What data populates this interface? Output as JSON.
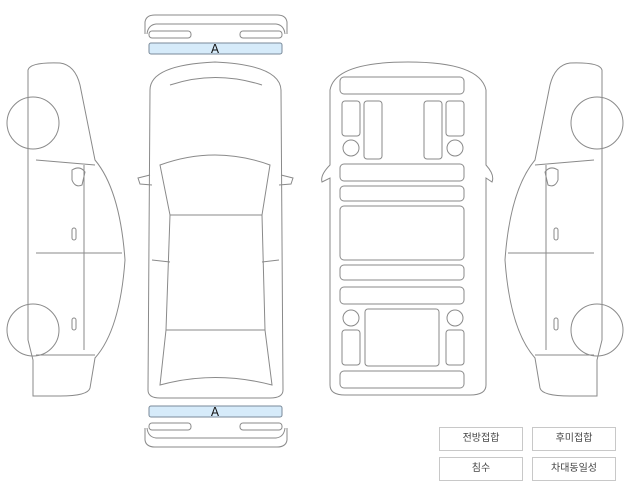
{
  "panels": {
    "front_label": "A",
    "rear_label": "A"
  },
  "buttons": [
    {
      "label": "전방접합"
    },
    {
      "label": "후미접합"
    },
    {
      "label": "침수"
    },
    {
      "label": "차대동일성"
    }
  ],
  "colors": {
    "highlight": "#d6ebfa",
    "outline": "#8a8a8a"
  }
}
